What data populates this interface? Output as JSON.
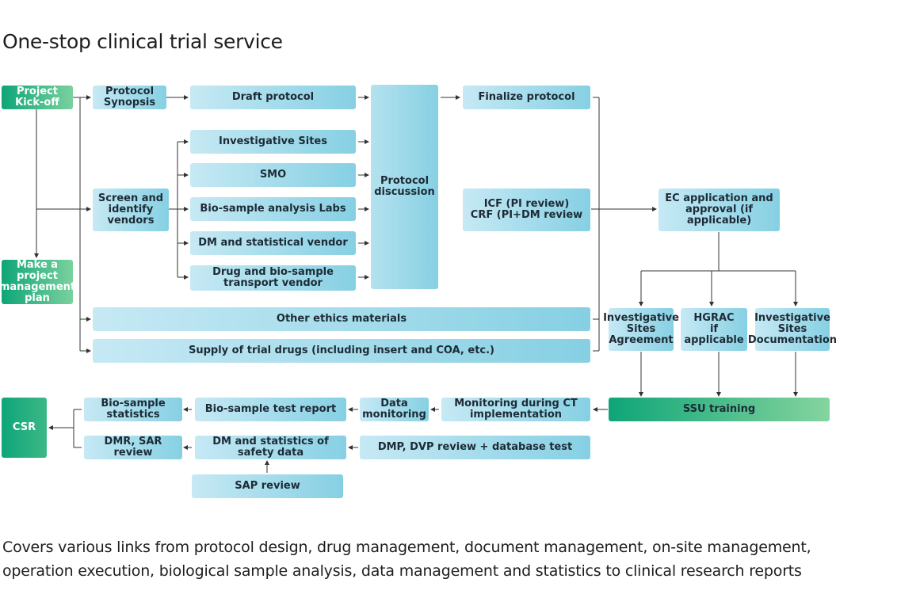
{
  "title": "One-stop clinical trial service",
  "nodes": {
    "kickoff": "Project\nKick-off",
    "pm_plan": "Make a project\nmanagement\nplan",
    "synopsis": "Protocol\nSynopsis",
    "draft": "Draft protocol",
    "screen": "Screen and\nidentify\nvendors",
    "sites": "Investigative Sites",
    "smo": "SMO",
    "labs": "Bio-sample analysis Labs",
    "dm_vendor": "DM and statistical vendor",
    "transport": "Drug and bio-sample\ntransport vendor",
    "discussion": "Protocol\ndiscussion",
    "finalize": "Finalize protocol",
    "icf": "ICF (PI review)\nCRF (PI+DM review",
    "ec": "EC application and\napproval (if applicable)",
    "ethics": "Other ethics materials",
    "supply": "Supply of trial drugs (including insert and COA, etc.)",
    "agreement": "Investigative\nSites\nAgreement",
    "hgrac": "HGRAC\nif applicable",
    "documentation": "Investigative\nSites\nDocumentation",
    "ssu": "SSU training",
    "monitoring_ct": "Monitoring during CT\nimplementation",
    "data_monitoring": "Data\nmonitoring",
    "test_report": "Bio-sample test report",
    "bio_stats": "Bio-sample statistics",
    "csr": "CSR",
    "dmp": "DMP, DVP review + database test",
    "safety": "DM and statistics of safety data",
    "dmr": "DMR, SAR review",
    "sap": "SAP review"
  },
  "caption": [
    "Covers various links from protocol design, drug management, document management, on-site management,",
    "operation execution, biological sample analysis, data management and statistics to clinical research reports"
  ]
}
